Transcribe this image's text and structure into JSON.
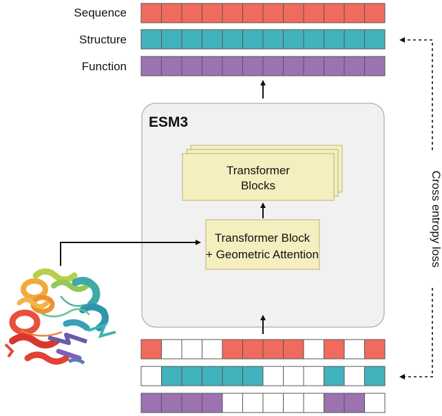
{
  "labels": {
    "sequence": "Sequence",
    "structure": "Structure",
    "function": "Function",
    "model": "ESM3",
    "transformer_blocks_line1": "Transformer",
    "transformer_blocks_line2": "Blocks",
    "geo_block_line1": "Transformer Block",
    "geo_block_line2": "+ Geometric Attention",
    "loss": "Cross entropy loss"
  },
  "colors": {
    "sequence": "#ef6b5e",
    "structure": "#41b3bd",
    "function": "#9c72b0",
    "masked": "#ffffff",
    "model_bg": "#f1f1f1",
    "block_bg": "#f5eebf",
    "block_border": "#b9b27c"
  },
  "tracks": {
    "output": {
      "sequence": [
        1,
        1,
        1,
        1,
        1,
        1,
        1,
        1,
        1,
        1,
        1,
        1
      ],
      "structure": [
        1,
        1,
        1,
        1,
        1,
        1,
        1,
        1,
        1,
        1,
        1,
        1
      ],
      "function": [
        1,
        1,
        1,
        1,
        1,
        1,
        1,
        1,
        1,
        1,
        1,
        1
      ]
    },
    "input": {
      "sequence": [
        1,
        0,
        0,
        0,
        1,
        1,
        1,
        1,
        0,
        1,
        0,
        1
      ],
      "structure": [
        0,
        1,
        1,
        1,
        1,
        1,
        0,
        0,
        0,
        1,
        0,
        1
      ],
      "function": [
        1,
        1,
        1,
        1,
        0,
        0,
        0,
        0,
        0,
        1,
        1,
        0
      ]
    }
  },
  "icons": {
    "protein": "protein-structure-icon"
  }
}
